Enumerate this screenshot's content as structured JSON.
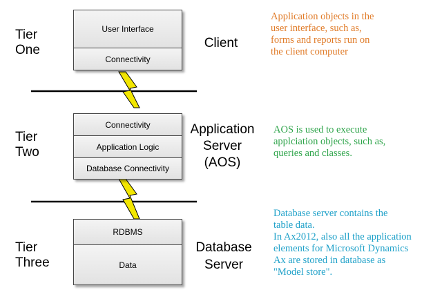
{
  "tiers": [
    {
      "tier_line1": "Tier",
      "tier_line2": "One",
      "role_lines": [
        "Client"
      ],
      "layers": [
        "User Interface",
        "Connectivity"
      ],
      "note_lines": [
        "Application objects in the",
        "user interface, such as,",
        "forms and reports run on",
        "the client computer"
      ]
    },
    {
      "tier_line1": "Tier",
      "tier_line2": "Two",
      "role_lines": [
        "Application",
        "Server",
        "(AOS)"
      ],
      "layers": [
        "Connectivity",
        "Application Logic",
        "Database Connectivity"
      ],
      "note_lines": [
        "AOS is used to execute",
        "applciation objects, such as,",
        "queries and classes."
      ]
    },
    {
      "tier_line1": "Tier",
      "tier_line2": "Three",
      "role_lines": [
        "Database",
        "Server"
      ],
      "layers": [
        "RDBMS",
        "Data"
      ],
      "note_lines": [
        "Database server contains the",
        "table data.",
        "In Ax2012, also all the application",
        "elements for Microsoft Dynamics",
        "Ax are stored in database as",
        "\"Model store\"."
      ]
    }
  ],
  "colors": {
    "note_tier1": "#e07b28",
    "note_tier2": "#2ea44a",
    "note_tier3": "#1fa1c9",
    "lightning": "#f2e600"
  }
}
